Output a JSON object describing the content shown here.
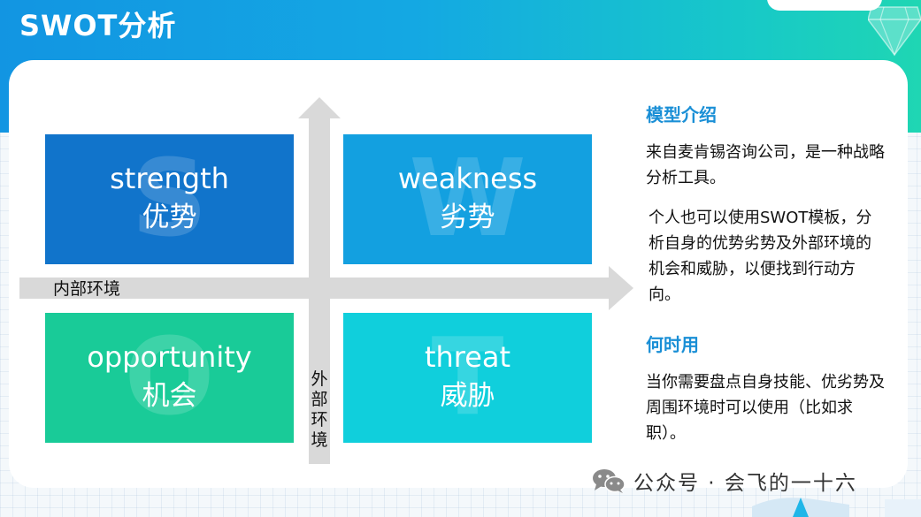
{
  "title": "SWOT分析",
  "quadrants": {
    "s": {
      "letter": "S",
      "en": "strength",
      "zh": "优势"
    },
    "w": {
      "letter": "W",
      "en": "weakness",
      "zh": "劣势"
    },
    "o": {
      "letter": "O",
      "en": "opportunity",
      "zh": "机会"
    },
    "t": {
      "letter": "T",
      "en": "threat",
      "zh": "威胁"
    }
  },
  "axes": {
    "horizontal_label": "内部环境",
    "vertical_label": "外部环境"
  },
  "side": {
    "model_heading": "模型介绍",
    "model_text_1": "来自麦肯锡咨询公司，是一种战略分析工具。",
    "model_text_2": "个人也可以使用SWOT模板，分析自身的优势劣势及外部环境的机会和威胁，以便找到行动方向。",
    "when_heading": "何时用",
    "when_text": "当你需要盘点自身技能、优劣势及周围环境时可以使用（比如求职）。"
  },
  "watermark": {
    "text": "公众号 · 会飞的一十六",
    "icon": "wechat-icon"
  },
  "colors": {
    "header_from": "#1295e2",
    "header_to": "#1fd6b3",
    "strength": "#1174cb",
    "weakness": "#13a0e0",
    "opportunity": "#19cb98",
    "threat": "#10cfdc",
    "heading": "#1a8fd6",
    "axis": "#d9d9d9"
  }
}
